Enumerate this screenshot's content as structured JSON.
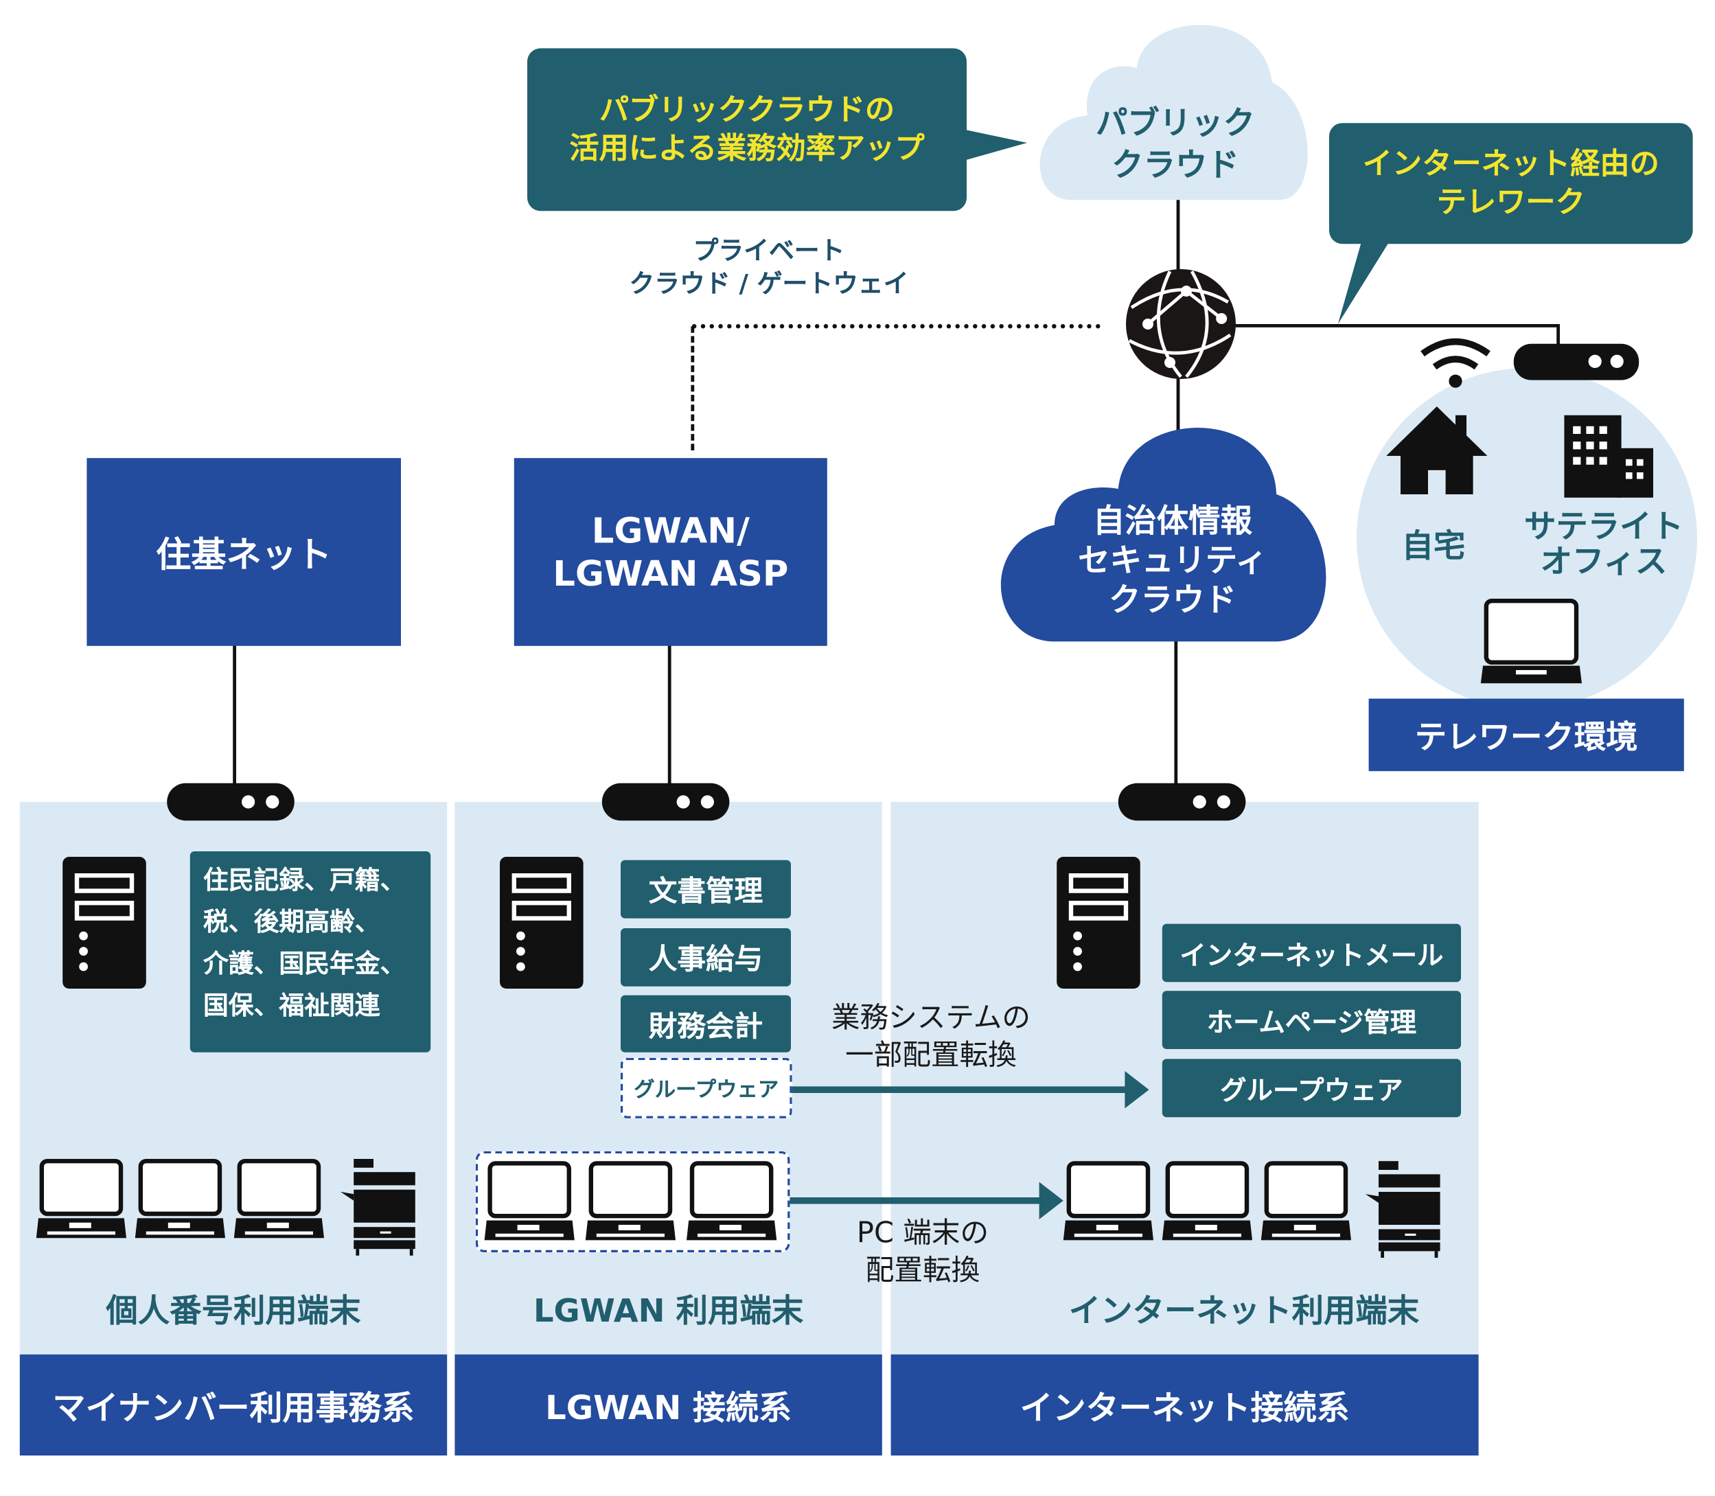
{
  "callouts": {
    "public_cloud_benefit": [
      "パブリッククラウドの",
      "活用による業務効率アップ"
    ],
    "telework": [
      "インターネット経由の",
      "テレワーク"
    ]
  },
  "clouds": {
    "public": [
      "パブリック",
      "クラウド"
    ],
    "security": [
      "自治体情報",
      "セキュリティ",
      "クラウド"
    ]
  },
  "private_gateway": [
    "プライベート",
    "クラウド / ゲートウェイ"
  ],
  "networks": {
    "juki": "住基ネット",
    "lgwan": [
      "LGWAN/",
      "LGWAN ASP"
    ]
  },
  "telework_env": {
    "home": "自宅",
    "satellite": [
      "サテライト",
      "オフィス"
    ],
    "label": "テレワーク環境"
  },
  "columns": [
    {
      "systems_text": [
        "住民記録、戸籍、",
        "税、後期高齢、",
        "介護、国民年金、",
        "国保、福祉関連"
      ],
      "terminal_label": "個人番号利用端末",
      "footer": "マイナンバー利用事務系"
    },
    {
      "systems": [
        "文書管理",
        "人事給与",
        "財務会計"
      ],
      "moved_system": "グループウェア",
      "terminal_label": "LGWAN 利用端末",
      "footer": "LGWAN 接続系"
    },
    {
      "systems": [
        "インターネットメール",
        "ホームページ管理",
        "グループウェア"
      ],
      "terminal_label": "インターネット利用端末",
      "footer": "インターネット接続系"
    }
  ],
  "arrows": {
    "system_move": [
      "業務システムの",
      "一部配置転換"
    ],
    "pc_move": [
      "PC 端末の",
      "配置転換"
    ]
  },
  "colors": {
    "dark_blue": "#234b9e",
    "teal": "#215e6e",
    "light_blue": "#dbe9f4",
    "yellow": "#f4e52c"
  }
}
